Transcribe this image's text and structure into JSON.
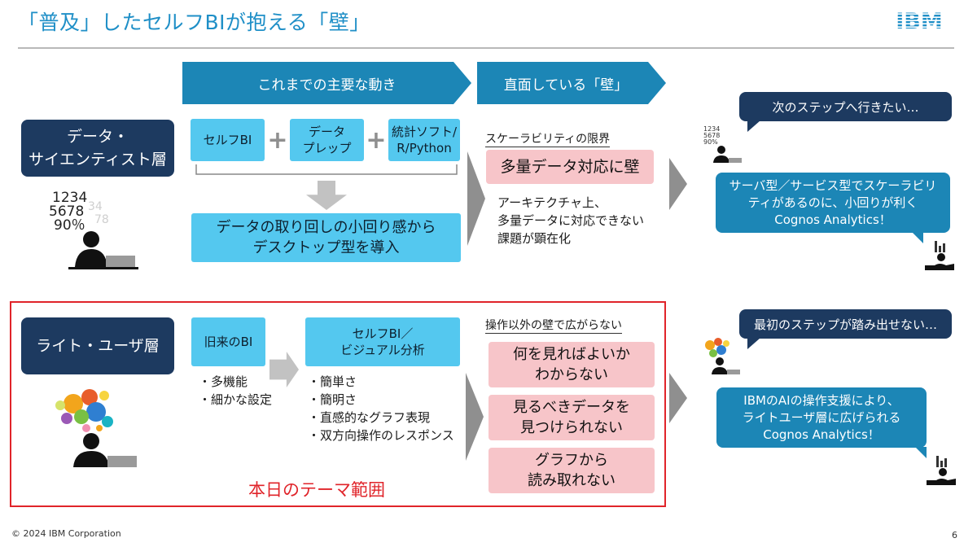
{
  "header": {
    "title": "「普及」したセルフBIが抱える「壁」",
    "logo_text": "IBM",
    "brand_color": "#1f8fc7"
  },
  "columns": {
    "past": "これまでの主要な動き",
    "wall": "直面している「壁」"
  },
  "row_scientist": {
    "label": [
      "データ・",
      "サイエンティスト層"
    ],
    "nums": [
      "1234",
      "5678",
      "90％"
    ],
    "box1": "セルフBI",
    "box2": [
      "データ",
      "プレップ"
    ],
    "box3": [
      "統計ソフト/",
      "R/Python"
    ],
    "result": [
      "データの取り回しの小回り感から",
      "デスクトップ型を導入"
    ],
    "wall_title": "スケーラビリティの限界",
    "wall_box": "多量データ対応に壁",
    "wall_desc": [
      "アーキテクチャ上、",
      "多量データに対応できない",
      "課題が顕在化"
    ],
    "speech": "次のステップへ行きたい…",
    "answer": [
      "サーバ型／サービス型でスケーラビリ",
      "ティがあるのに、小回りが利く",
      "Cognos Analytics！"
    ]
  },
  "row_light": {
    "label": "ライト・ユーザ層",
    "old_bi": "旧来のBI",
    "old_points": [
      "・多機能",
      "・細かな設定"
    ],
    "new_bi": [
      "セルフBI／",
      "ビジュアル分析"
    ],
    "new_points": [
      "・簡単さ",
      "・簡明さ",
      "・直感的なグラフ表現",
      "・双方向操作のレスポンス"
    ],
    "wall_title": "操作以外の壁で広がらない",
    "wall1": [
      "何を見ればよいか",
      "わからない"
    ],
    "wall2": [
      "見るべきデータを",
      "見つけられない"
    ],
    "wall3": [
      "グラフから",
      "読み取れない"
    ],
    "theme": "本日のテーマ範囲",
    "speech": "最初のステップが踏み出せない…",
    "answer": [
      "IBMのAIの操作支援により、",
      "ライトユーザ層に広げられる",
      "Cognos Analytics！"
    ]
  },
  "footer": {
    "copyright": "© 2024 IBM Corporation",
    "page": "6"
  },
  "colors": {
    "navy": "#1d3a60",
    "chevron": "#1c86b6",
    "cyan": "#54c8ef",
    "pink": "#f7c5c9",
    "red": "#e0242a"
  }
}
